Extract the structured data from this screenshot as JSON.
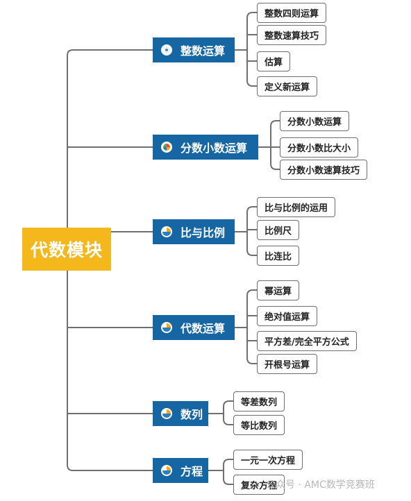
{
  "root": {
    "label": "代数模块",
    "color": "#f5b81c"
  },
  "branch_color": "#1666a4",
  "branches": [
    {
      "label": "整数运算",
      "icon": "target-icon",
      "children": [
        "整数四则运算",
        "整数速算技巧",
        "估算",
        "定义新运算"
      ]
    },
    {
      "label": "分数小数运算",
      "icon": "mixed-icon",
      "children": [
        "分数小数运算",
        "分数小数比大小",
        "分数小数速算技巧"
      ]
    },
    {
      "label": "比与比例",
      "icon": "pie-icon",
      "children": [
        "比与比例的运用",
        "比例尺",
        "比连比"
      ]
    },
    {
      "label": "代数运算",
      "icon": "pie-icon",
      "children": [
        "幂运算",
        "绝对值运算",
        "平方差/完全平方公式",
        "开根号运算"
      ]
    },
    {
      "label": "数列",
      "icon": "pie-icon",
      "children": [
        "等差数列",
        "等比数列"
      ]
    },
    {
      "label": "方程",
      "icon": "pie-icon",
      "children": [
        "一元一次方程",
        "复杂方程"
      ]
    }
  ],
  "watermark": "公众号 · AMC数学竞赛班"
}
